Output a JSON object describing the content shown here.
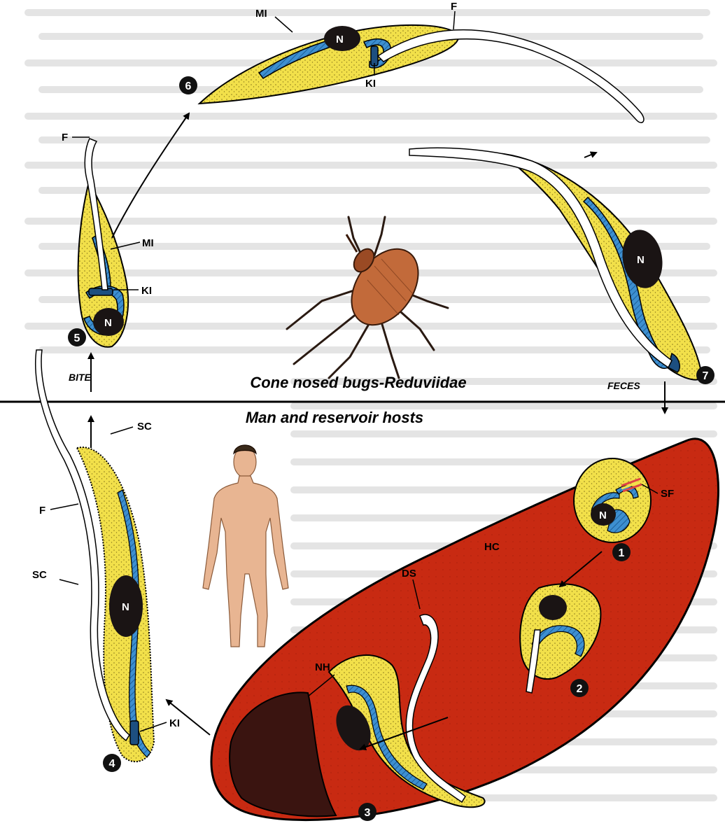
{
  "sections": {
    "top": "Cone nosed bugs-Reduviidae",
    "bottom": "Man and reservoir hosts"
  },
  "transmission": {
    "bite": "BITE",
    "feces": "FECES"
  },
  "stage_numbers": [
    "1",
    "2",
    "3",
    "4",
    "5",
    "6",
    "7"
  ],
  "structure_labels": {
    "N": "N",
    "F": "F",
    "MI": "MI",
    "KI": "KI",
    "SC": "SC",
    "SF": "SF",
    "HC": "HC",
    "DS": "DS",
    "NH": "NH"
  },
  "colors": {
    "host_cell": "#c82a12",
    "parasite": "#f2e04a",
    "kinetoplast_mito": "#3d8fd0",
    "nucleus": "#1a1414",
    "flagellum": "#ffffff",
    "number_badge": "#111111"
  }
}
